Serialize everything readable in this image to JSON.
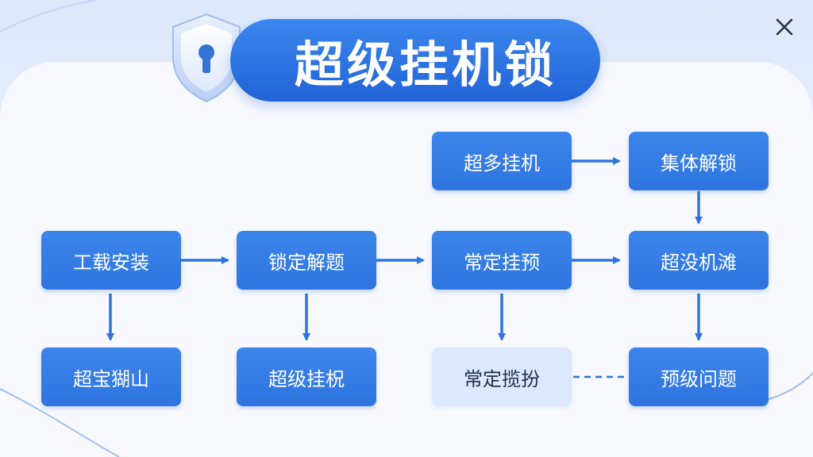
{
  "title": "超级挂机锁",
  "nodes": {
    "n1": "工载安装",
    "n2": "锁定解题",
    "n3": "常定挂预",
    "n4": "超没机滩",
    "n5": "超多挂机",
    "n6": "集体解锁",
    "n7": "超宝猢山",
    "n8": "超级挂柷",
    "n9": "常定揽扮",
    "n10": "预级问题"
  },
  "colors": {
    "accent": "#2e74e0",
    "node_light": "#dce8fb",
    "arrow": "#2e74e0",
    "background": "#f7f9fe"
  },
  "icons": {
    "shield": "shield-lock-icon",
    "close": "close-icon"
  }
}
